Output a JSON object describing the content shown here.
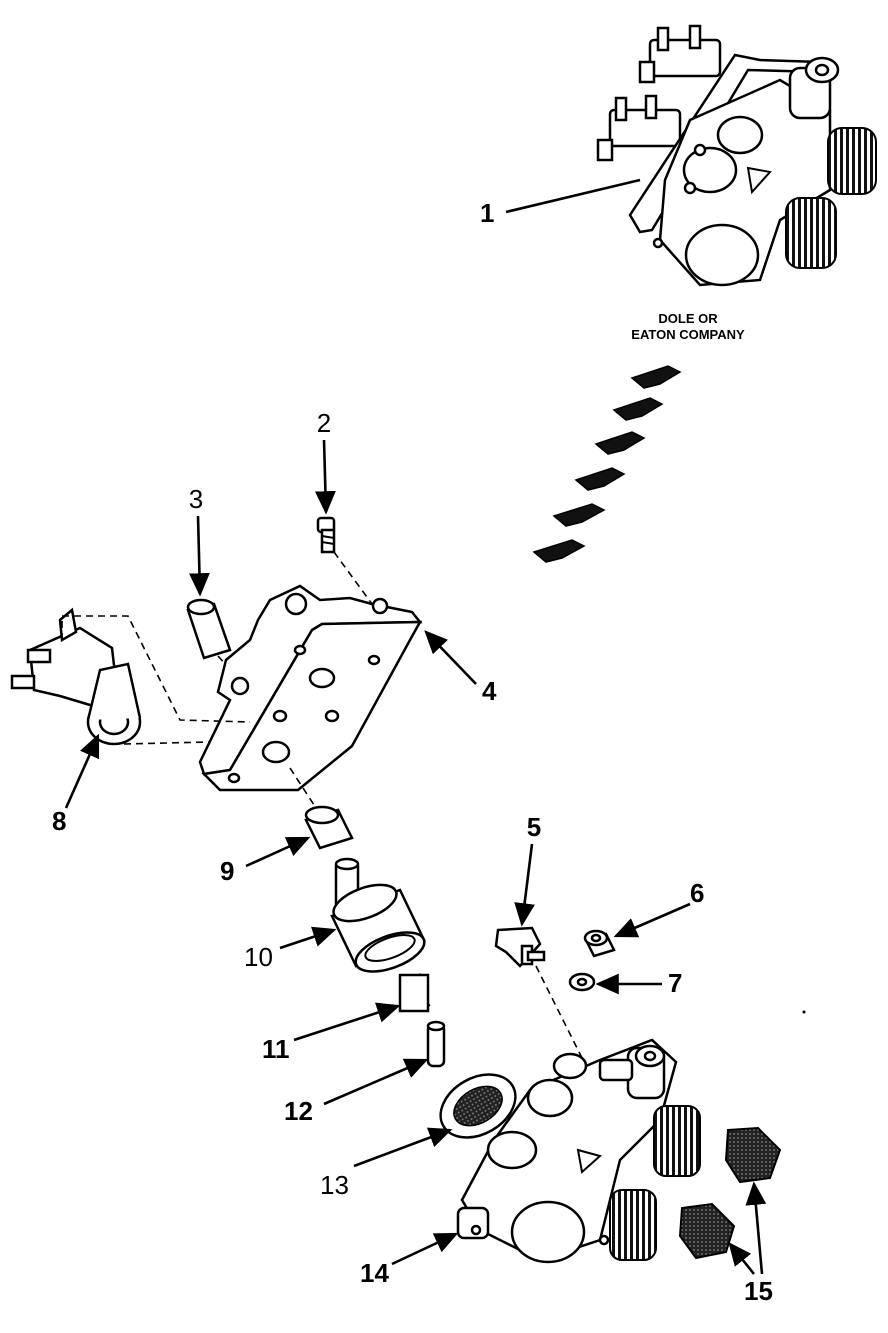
{
  "caption": {
    "line1": "DOLE OR",
    "line2": "EATON COMPANY"
  },
  "callouts": [
    "1",
    "2",
    "3",
    "4",
    "5",
    "6",
    "7",
    "8",
    "9",
    "10",
    "11",
    "12",
    "13",
    "14",
    "15"
  ],
  "icons": {
    "direction_arrows": "arrow-stack-icon"
  }
}
